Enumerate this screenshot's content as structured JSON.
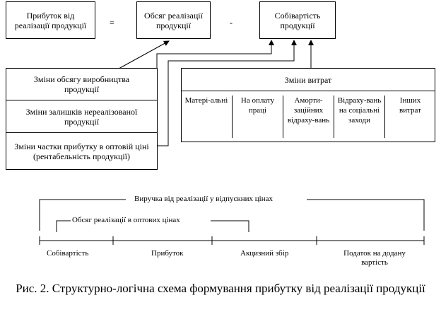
{
  "top": {
    "profit_box": "Прибуток від реалізації продукції",
    "equals": "=",
    "volume_box": "Обсяг реалізації продукції",
    "minus": "-",
    "cost_box": "Собівартість продукції"
  },
  "factors": {
    "production_change": "Зміни обсягу виробництва продукції",
    "stock_change": "Зміни залишків нереалізованої продукції",
    "profit_share_change": "Зміни частки прибутку в оптовій ціні (рентабельність продукції)"
  },
  "costs": {
    "header": "Зміни витрат",
    "items": [
      "Матері-альні",
      "На оплату праці",
      "Аморти-заційних відраху-вань",
      "Відраху-вань на соціальні заходи",
      "Інших витрат"
    ]
  },
  "bottom": {
    "revenue_label": "Виручка від реалізації у відпускних цінах",
    "wholesale_label": "Обсяг реалізації в оптових цінах",
    "parts": [
      "Собівартість",
      "Прибуток",
      "Акцизний збір",
      "Податок на додану вартість"
    ]
  },
  "caption": "Рис. 2. Структурно-логічна схема формування прибутку від реалізації продукції"
}
